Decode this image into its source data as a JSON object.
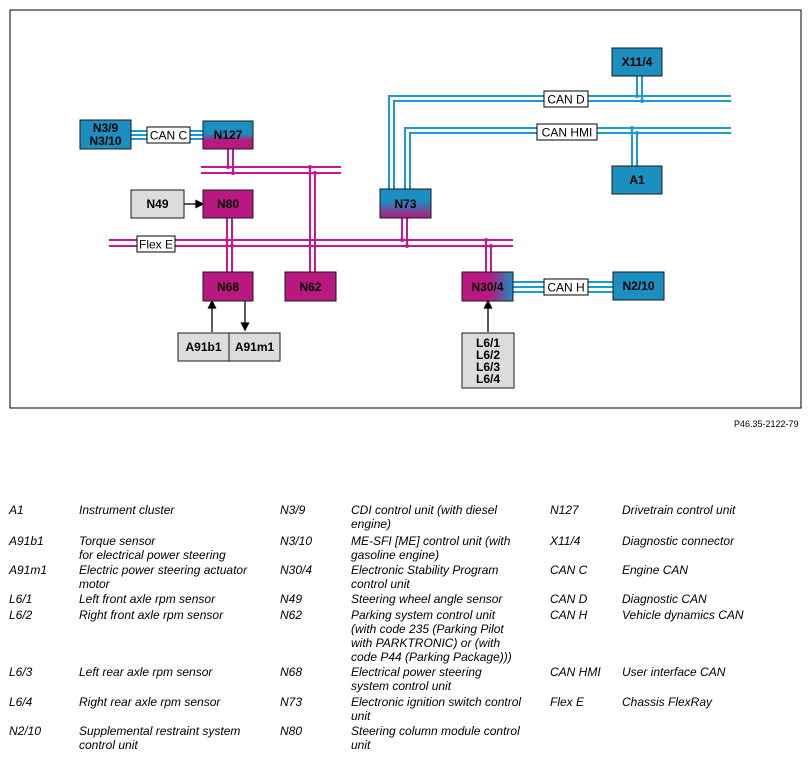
{
  "reference": "P46.35-2122-79",
  "nodes": {
    "n3_9": "N3/9",
    "n3_10": "N3/10",
    "n127": "N127",
    "n49": "N49",
    "n80": "N80",
    "n68": "N68",
    "n62": "N62",
    "n73": "N73",
    "n30_4": "N30/4",
    "n2_10": "N2/10",
    "x11_4": "X11/4",
    "a1": "A1",
    "a91b1": "A91b1",
    "a91m1": "A91m1",
    "l6_1": "L6/1",
    "l6_2": "L6/2",
    "l6_3": "L6/3",
    "l6_4": "L6/4"
  },
  "bus_labels": {
    "can_c": "CAN C",
    "can_d": "CAN D",
    "can_hmi": "CAN HMI",
    "can_h": "CAN H",
    "flex_e": "Flex E"
  },
  "colors": {
    "can_blue": "#1a9bd6",
    "flexray_magenta": "#c8168c",
    "module_blue": "#1a8fc0",
    "module_magenta": "#b8187f",
    "sensor_gray": "#dcdcdc"
  },
  "legend": {
    "col1": [
      {
        "code": "A1",
        "desc": "Instrument cluster"
      },
      {
        "code": "A91b1",
        "desc": "Torque sensor\nfor electrical power steering"
      },
      {
        "code": "A91m1",
        "desc": "Electric power steering actuator\nmotor"
      },
      {
        "code": "L6/1",
        "desc": "Left front axle rpm sensor"
      },
      {
        "code": "L6/2",
        "desc": "Right front axle rpm sensor"
      },
      {
        "code": "L6/3",
        "desc": "Left rear axle rpm sensor"
      },
      {
        "code": "L6/4",
        "desc": "Right rear axle rpm sensor"
      },
      {
        "code": "N2/10",
        "desc": "Supplemental restraint system\ncontrol unit"
      }
    ],
    "col2": [
      {
        "code": "N3/9",
        "desc": "CDI control unit (with diesel\nengine)"
      },
      {
        "code": "N3/10",
        "desc": "ME-SFI [ME] control unit (with\ngasoline engine)"
      },
      {
        "code": "N30/4",
        "desc": " Electronic Stability Program\ncontrol unit"
      },
      {
        "code": "N49",
        "desc": "Steering wheel angle sensor"
      },
      {
        "code": "N62",
        "desc": "Parking system control unit\n(with code 235 (Parking Pilot\nwith PARKTRONIC) or (with\ncode P44 (Parking Package)))"
      },
      {
        "code": "N68",
        "desc": " Electrical power steering\nsystem control unit"
      },
      {
        "code": "N73",
        "desc": "Electronic ignition switch control\nunit"
      },
      {
        "code": "N80",
        "desc": "Steering column module control\nunit"
      }
    ],
    "col3": [
      {
        "code": "N127",
        "desc": "Drivetrain control unit"
      },
      {
        "code": "X11/4",
        "desc": "Diagnostic connector"
      },
      {
        "code": "CAN C",
        "desc": "Engine CAN"
      },
      {
        "code": "CAN D",
        "desc": "Diagnostic CAN"
      },
      {
        "code": "CAN H",
        "desc": "Vehicle dynamics CAN"
      },
      {
        "code": "CAN HMI",
        "desc": "User interface CAN"
      },
      {
        "code": "Flex E",
        "desc": "Chassis FlexRay"
      }
    ]
  }
}
